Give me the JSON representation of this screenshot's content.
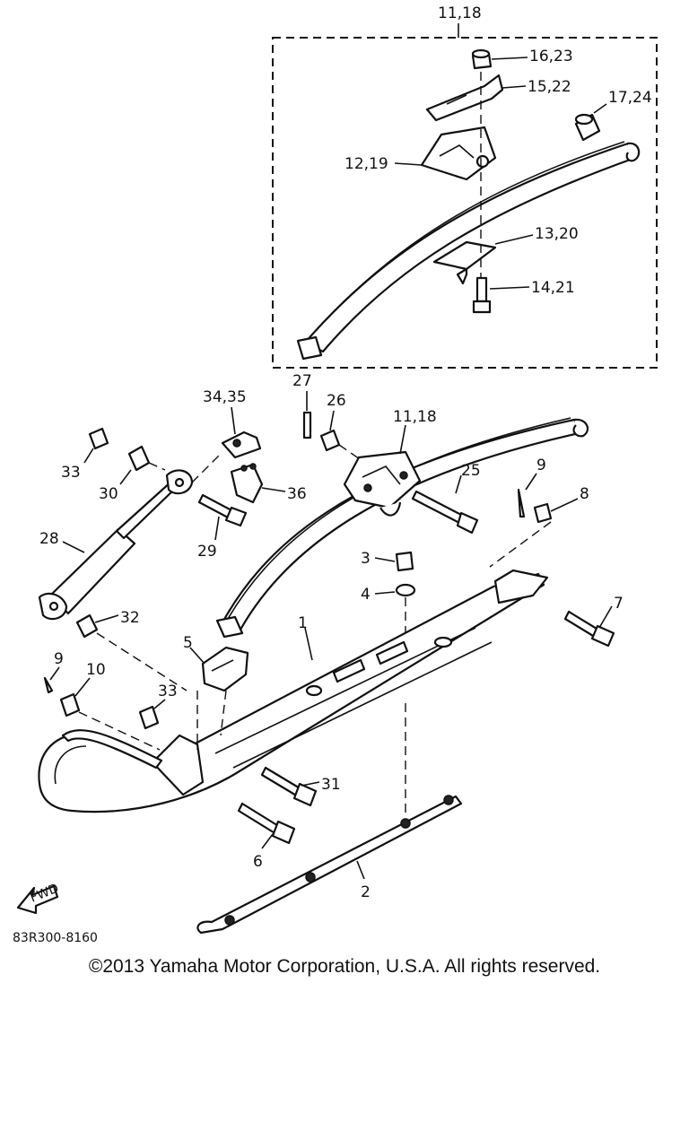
{
  "diagram": {
    "part_number": "83R300-8160",
    "fwd_label": "FWD",
    "callouts": {
      "c11_18_top": "11,18",
      "c16_23": "16,23",
      "c15_22": "15,22",
      "c17_24": "17,24",
      "c12_19": "12,19",
      "c13_20": "13,20",
      "c14_21": "14,21",
      "c27": "27",
      "c26": "26",
      "c11_18": "11,18",
      "c34_35": "34,35",
      "c33_top": "33",
      "c30": "30",
      "c36": "36",
      "c25": "25",
      "c9_right": "9",
      "c8": "8",
      "c29": "29",
      "c28": "28",
      "c3": "3",
      "c4": "4",
      "c7": "7",
      "c32": "32",
      "c1": "1",
      "c5": "5",
      "c9_left": "9",
      "c10": "10",
      "c33_bottom": "33",
      "c31": "31",
      "c6": "6",
      "c2": "2"
    }
  },
  "copyright": "©2013 Yamaha Motor Corporation, U.S.A. All rights reserved."
}
